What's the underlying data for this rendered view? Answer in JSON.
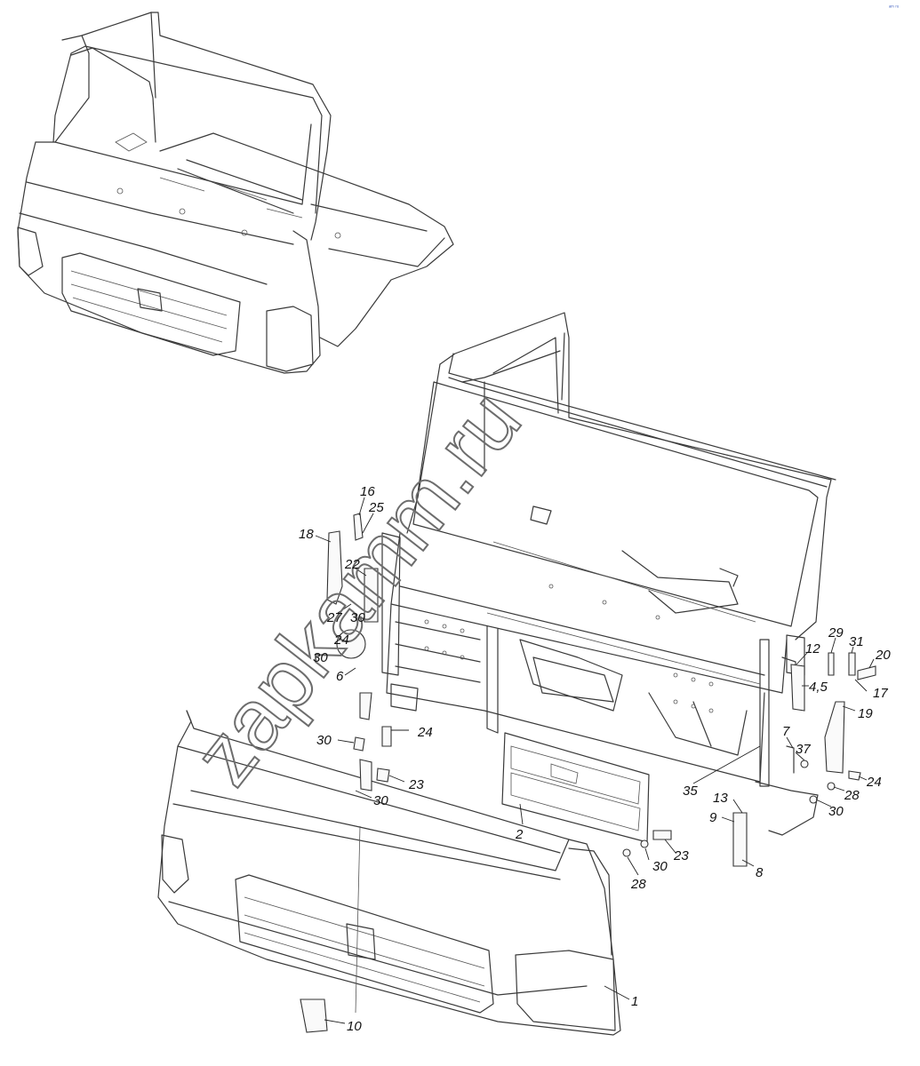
{
  "corner_logo": "ᵃᵐ ʳᵘ",
  "watermark": "zapkamm.ru",
  "callouts": [
    {
      "id": "c16",
      "text": "16"
    },
    {
      "id": "c25",
      "text": "25"
    },
    {
      "id": "c18",
      "text": "18"
    },
    {
      "id": "c22",
      "text": "22"
    },
    {
      "id": "c27",
      "text": "27"
    },
    {
      "id": "c30a",
      "text": "30"
    },
    {
      "id": "c24a",
      "text": "24"
    },
    {
      "id": "c30b",
      "text": "30"
    },
    {
      "id": "c6",
      "text": "6"
    },
    {
      "id": "c30c",
      "text": "30"
    },
    {
      "id": "c24b",
      "text": "24"
    },
    {
      "id": "c23a",
      "text": "23"
    },
    {
      "id": "c30d",
      "text": "30"
    },
    {
      "id": "c2",
      "text": "2"
    },
    {
      "id": "c23b",
      "text": "23"
    },
    {
      "id": "c30e",
      "text": "30"
    },
    {
      "id": "c28a",
      "text": "28"
    },
    {
      "id": "c1",
      "text": "1"
    },
    {
      "id": "c10",
      "text": "10"
    },
    {
      "id": "c29",
      "text": "29"
    },
    {
      "id": "c31",
      "text": "31"
    },
    {
      "id": "c20",
      "text": "20"
    },
    {
      "id": "c12",
      "text": "12"
    },
    {
      "id": "c45",
      "text": "4,5"
    },
    {
      "id": "c17",
      "text": "17"
    },
    {
      "id": "c19",
      "text": "19"
    },
    {
      "id": "c7",
      "text": "7"
    },
    {
      "id": "c37",
      "text": "37"
    },
    {
      "id": "c24c",
      "text": "24"
    },
    {
      "id": "c28b",
      "text": "28"
    },
    {
      "id": "c30f",
      "text": "30"
    },
    {
      "id": "c35",
      "text": "35"
    },
    {
      "id": "c13",
      "text": "13"
    },
    {
      "id": "c9",
      "text": "9"
    },
    {
      "id": "c8",
      "text": "8"
    }
  ]
}
